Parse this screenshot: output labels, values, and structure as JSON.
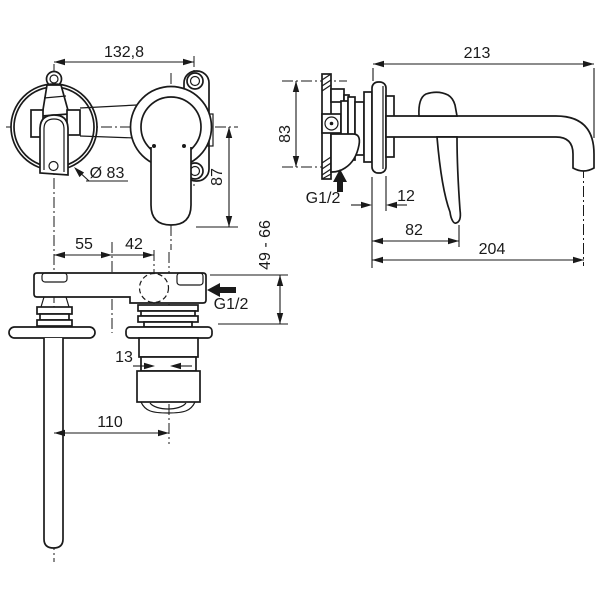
{
  "colors": {
    "background": "#ffffff",
    "line": "#1a1a1a"
  },
  "views": {
    "front": {
      "width_between_centers": "132,8",
      "escutcheon_diameter": "Ø 83",
      "handle_drop": "87"
    },
    "side": {
      "total_projection": "213",
      "plate_height": "83",
      "inlet_thread": "G1/2",
      "escutcheon_depth": "12",
      "handle_projection": "82",
      "spout_projection": "204"
    },
    "plan": {
      "offset_left": "55",
      "offset_right": "42",
      "embed_depth_range": "49 - 66",
      "outlet_thread": "G1/2",
      "nozzle_width": "13",
      "outlet_distance": "110"
    }
  }
}
